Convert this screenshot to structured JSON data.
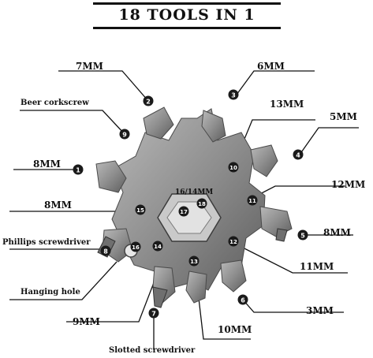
{
  "title": "18 TOOLS IN 1",
  "labels": {
    "mm7": "7MM",
    "mm6": "6MM",
    "corkscrew": "Beer corkscrew",
    "mm13": "13MM",
    "mm5": "5MM",
    "mm8_left": "8MM",
    "mm12": "12MM",
    "mm8_mid": "8MM",
    "mm8_right": "8MM",
    "phillips": "Phillips screwdriver",
    "mm11": "11MM",
    "hanging": "Hanging hole",
    "mm3": "3MM",
    "mm9": "9MM",
    "mm10": "10MM",
    "slotted": "Slotted screwdriver",
    "center": "16/14MM"
  },
  "badges": [
    "1",
    "2",
    "3",
    "4",
    "5",
    "6",
    "7",
    "8",
    "9",
    "10",
    "11",
    "12",
    "13",
    "14",
    "15",
    "16",
    "17",
    "18"
  ],
  "colors": {
    "metal": "#8d8d8d",
    "metal_dark": "#5c5c5c",
    "badge": "#1a1a1a",
    "line": "#111111"
  }
}
